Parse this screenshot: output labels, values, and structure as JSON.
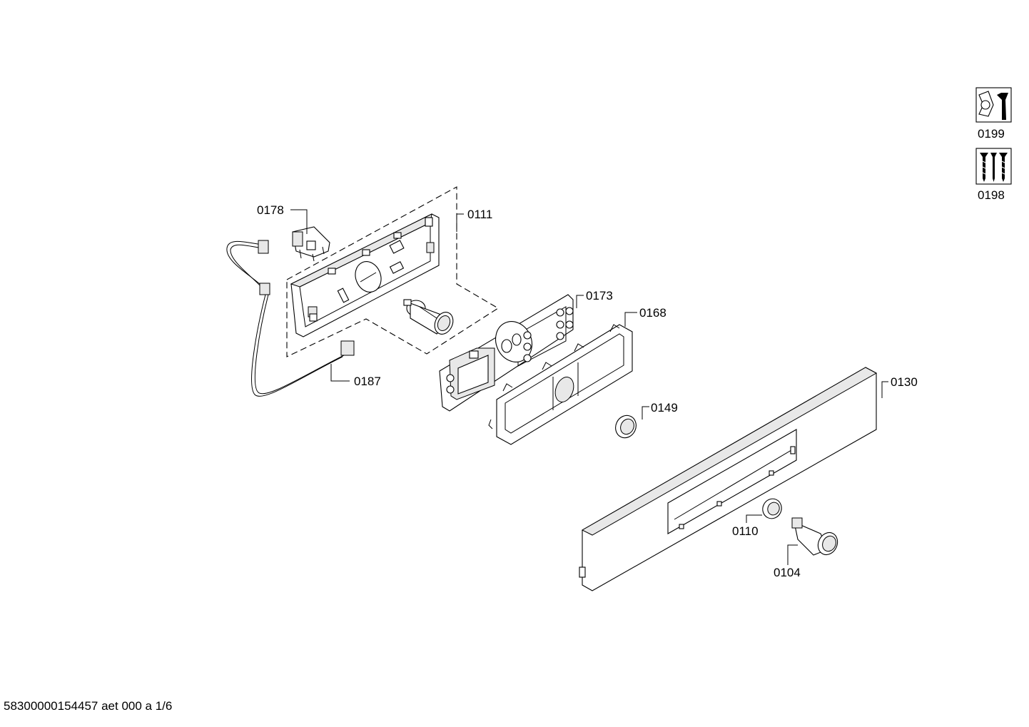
{
  "parts": {
    "p0178": "0178",
    "p0111": "0111",
    "p0173": "0173",
    "p0168": "0168",
    "p0187": "0187",
    "p0149": "0149",
    "p0130": "0130",
    "p0110": "0110",
    "p0104": "0104"
  },
  "legend": {
    "tools": "0199",
    "screws": "0198"
  },
  "footer": "58300000154457 aet 000 a 1/6",
  "icons": {
    "tools": "nut-wrench-icon",
    "screws": "screws-icon"
  }
}
